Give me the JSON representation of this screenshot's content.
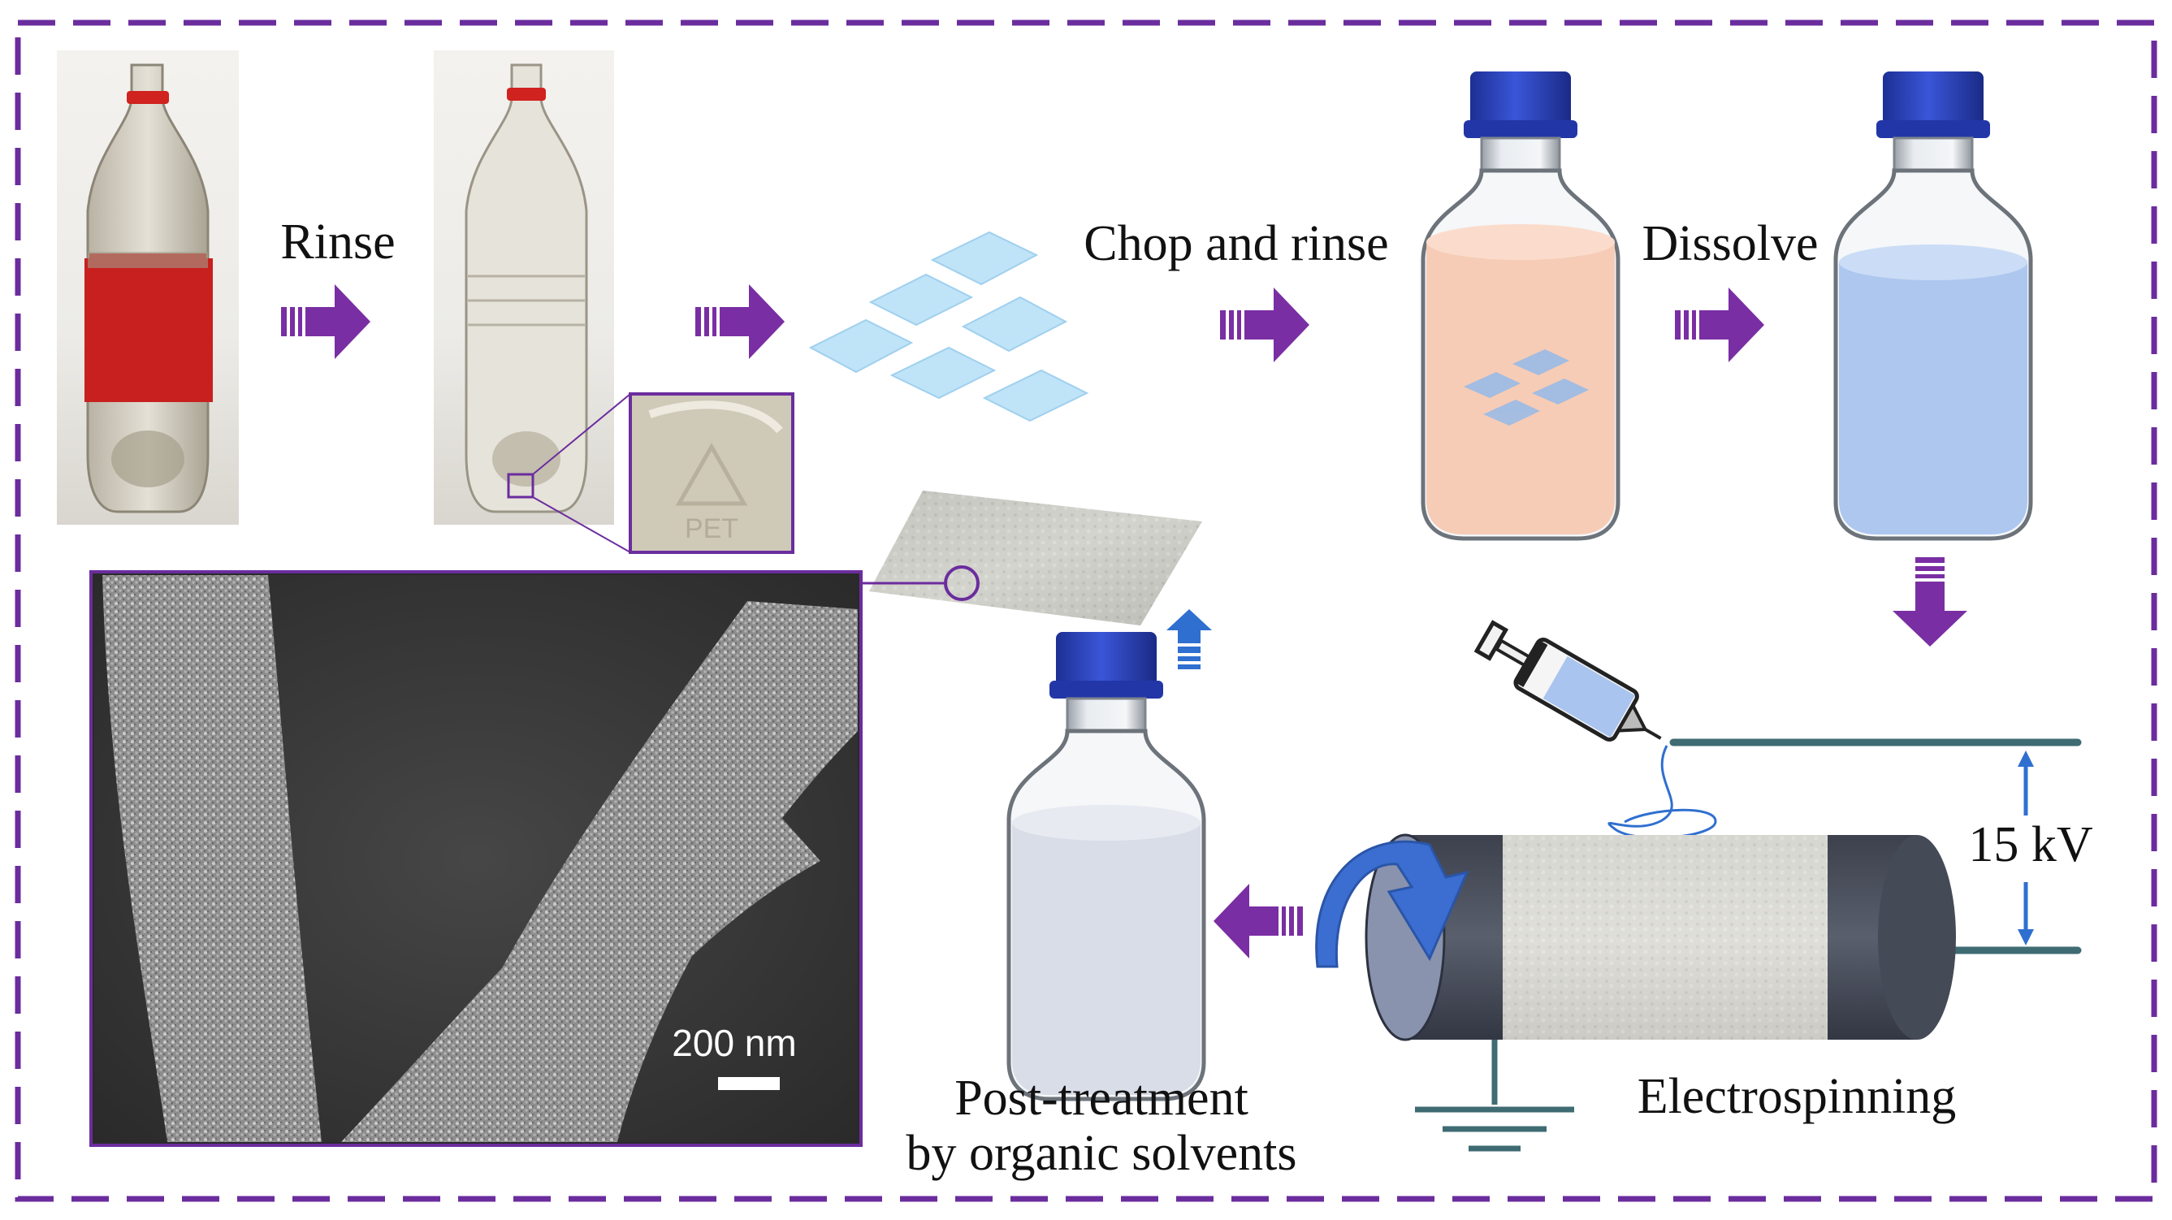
{
  "steps": {
    "rinse": "Rinse",
    "chop_and_rinse": "Chop and rinse",
    "dissolve": "Dissolve",
    "electrospinning": "Electrospinning",
    "post_treatment_line1": "Post-treatment",
    "post_treatment_line2": "by organic solvents"
  },
  "voltage_label": "15 kV",
  "scale_bar_label": "200 nm",
  "bottle_stamp_text": "PET",
  "colors": {
    "frame": "#6b2d9e",
    "arrow": "#7a2ea3",
    "bottle_cap": "#2f49c8",
    "label_red": "#c8201e",
    "flake": "#bfe3f7",
    "solution_orange": "#f6c6ae",
    "solution_blue": "#a9c4ee",
    "solution_grey": "#d6dbe6",
    "up_arrow_blue": "#2f6fd0",
    "rotation_arrow": "#3c6ed1",
    "collector_cap": "#4a4f5d"
  }
}
